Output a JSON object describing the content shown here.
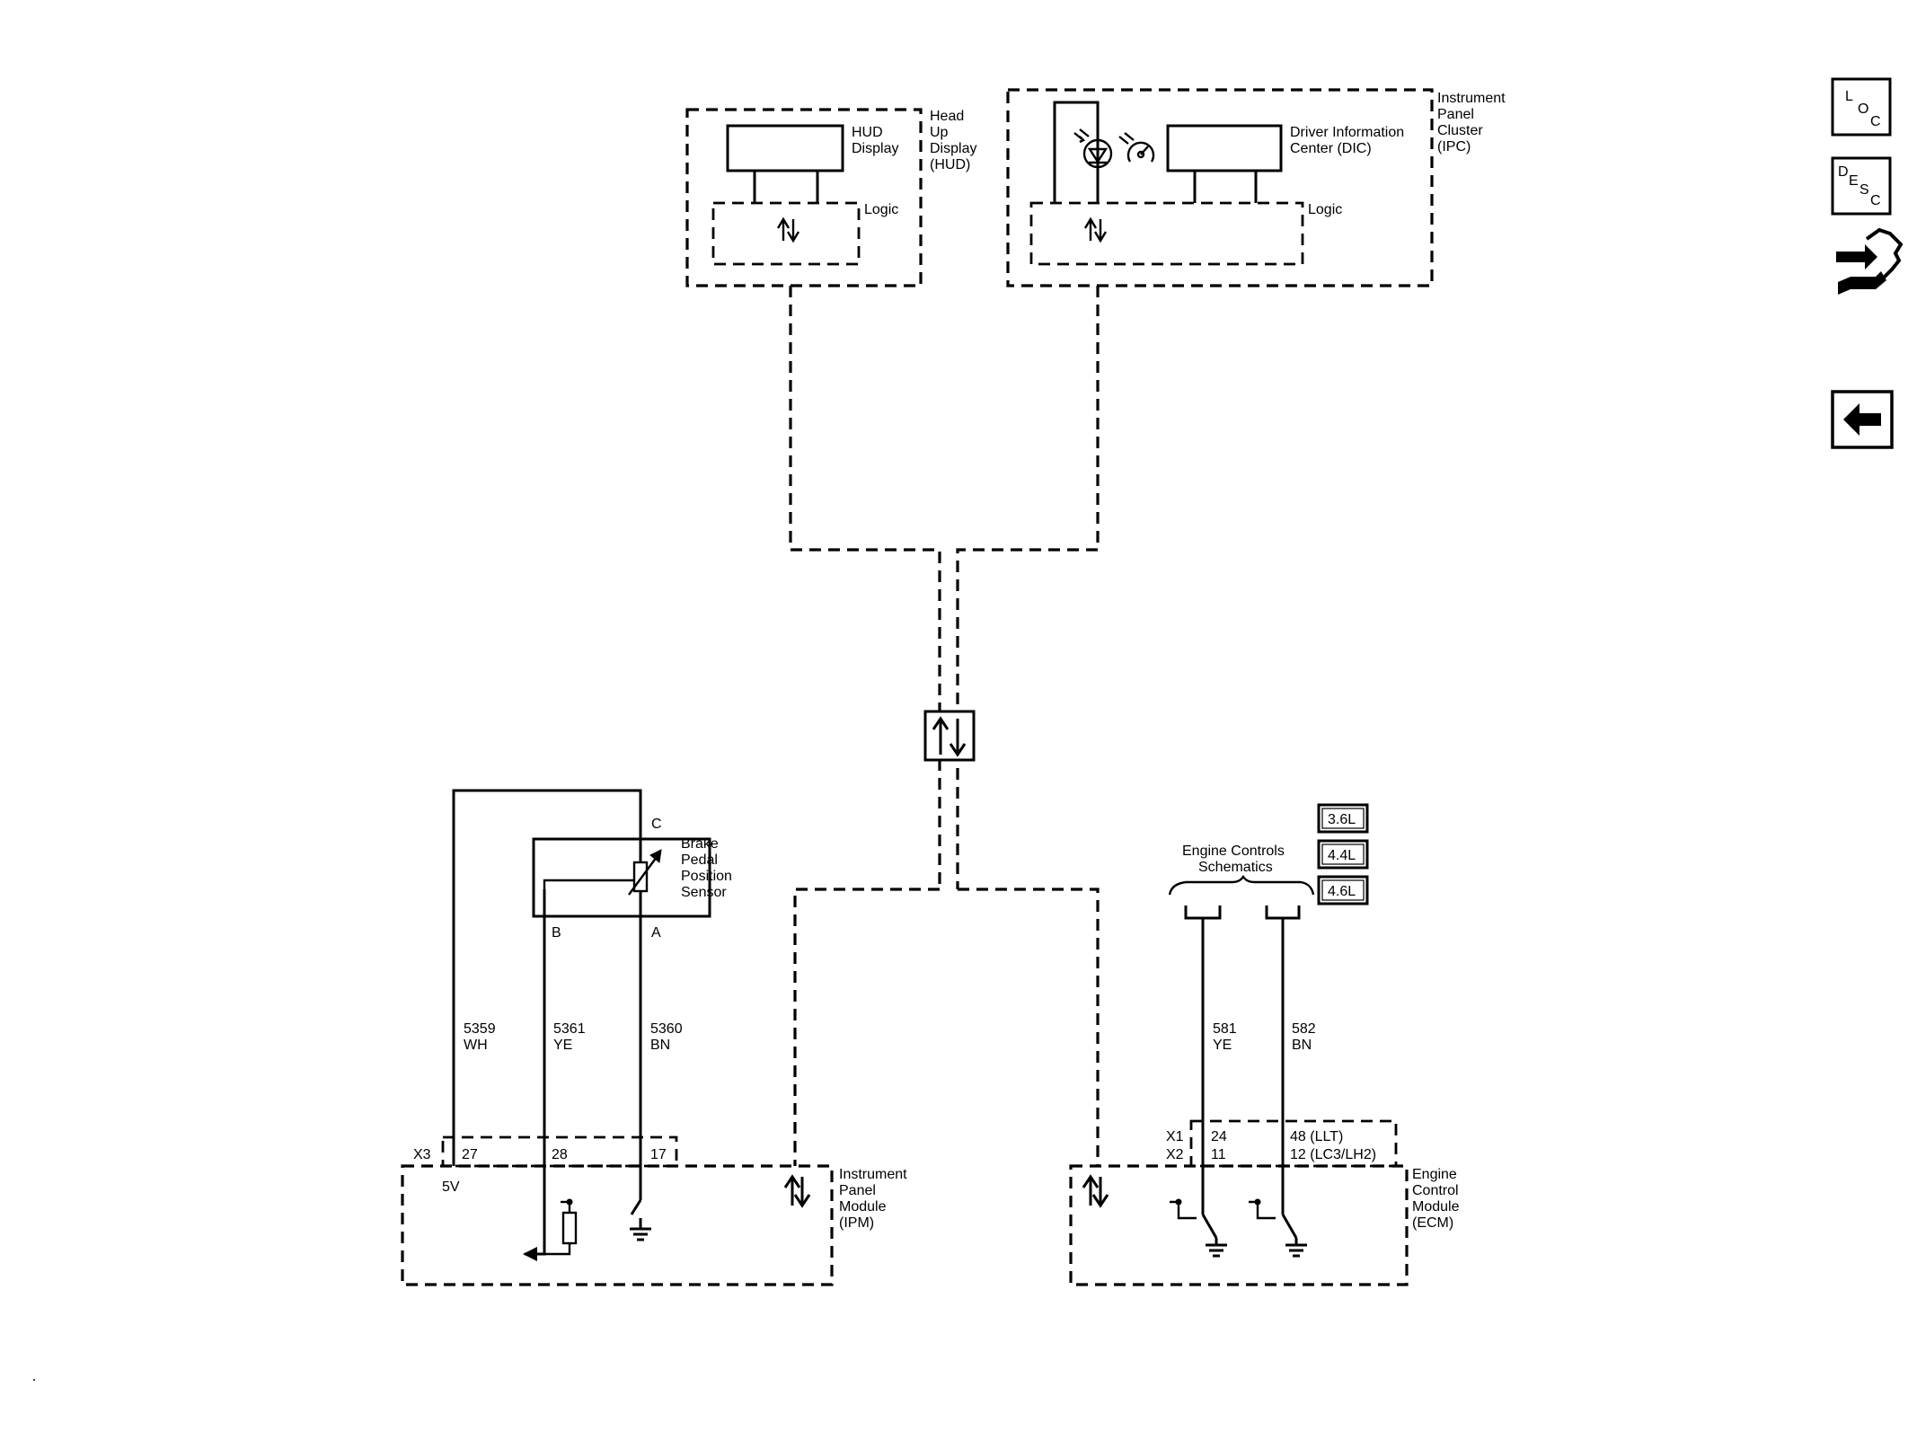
{
  "modules": {
    "hud": {
      "name_lines": [
        "Head",
        "Up",
        "Display",
        "(HUD)"
      ],
      "display_label_lines": [
        "HUD",
        "Display"
      ],
      "logic_label": "Logic"
    },
    "ipc": {
      "name_lines": [
        "Instrument",
        "Panel",
        "Cluster",
        "(IPC)"
      ],
      "dic_label_lines": [
        "Driver Information",
        "Center (DIC)"
      ],
      "logic_label": "Logic"
    },
    "ipm": {
      "name_lines": [
        "Instrument",
        "Panel",
        "Module",
        "(IPM)"
      ],
      "connector": "X3",
      "pins": [
        "27",
        "28",
        "17"
      ],
      "supply_label": "5V"
    },
    "ecm": {
      "name_lines": [
        "Engine",
        "Control",
        "Module",
        "(ECM)"
      ],
      "connectors": [
        "X1",
        "X2"
      ],
      "pins_a": [
        "24",
        "11"
      ],
      "pins_b": [
        "48 (LLT)",
        "12 (LC3/LH2)"
      ]
    }
  },
  "sensor": {
    "name_lines": [
      "Brake",
      "Pedal",
      "Position",
      "Sensor"
    ],
    "terminals": {
      "c": "C",
      "b": "B",
      "a": "A"
    }
  },
  "wires": [
    {
      "circuit": "5359",
      "color": "WH"
    },
    {
      "circuit": "5361",
      "color": "YE"
    },
    {
      "circuit": "5360",
      "color": "BN"
    },
    {
      "circuit": "581",
      "color": "YE"
    },
    {
      "circuit": "582",
      "color": "BN"
    }
  ],
  "engine_controls": {
    "label_lines": [
      "Engine Controls",
      "Schematics"
    ],
    "variants": [
      "3.6L",
      "4.4L",
      "4.6L"
    ]
  },
  "nav": {
    "loc_letters": [
      "L",
      "O",
      "C"
    ],
    "desc_letters": [
      "D",
      "E",
      "S",
      "C"
    ],
    "icons": [
      "loc-icon",
      "desc-icon",
      "connector-tool-icon",
      "back-arrow-icon"
    ]
  }
}
